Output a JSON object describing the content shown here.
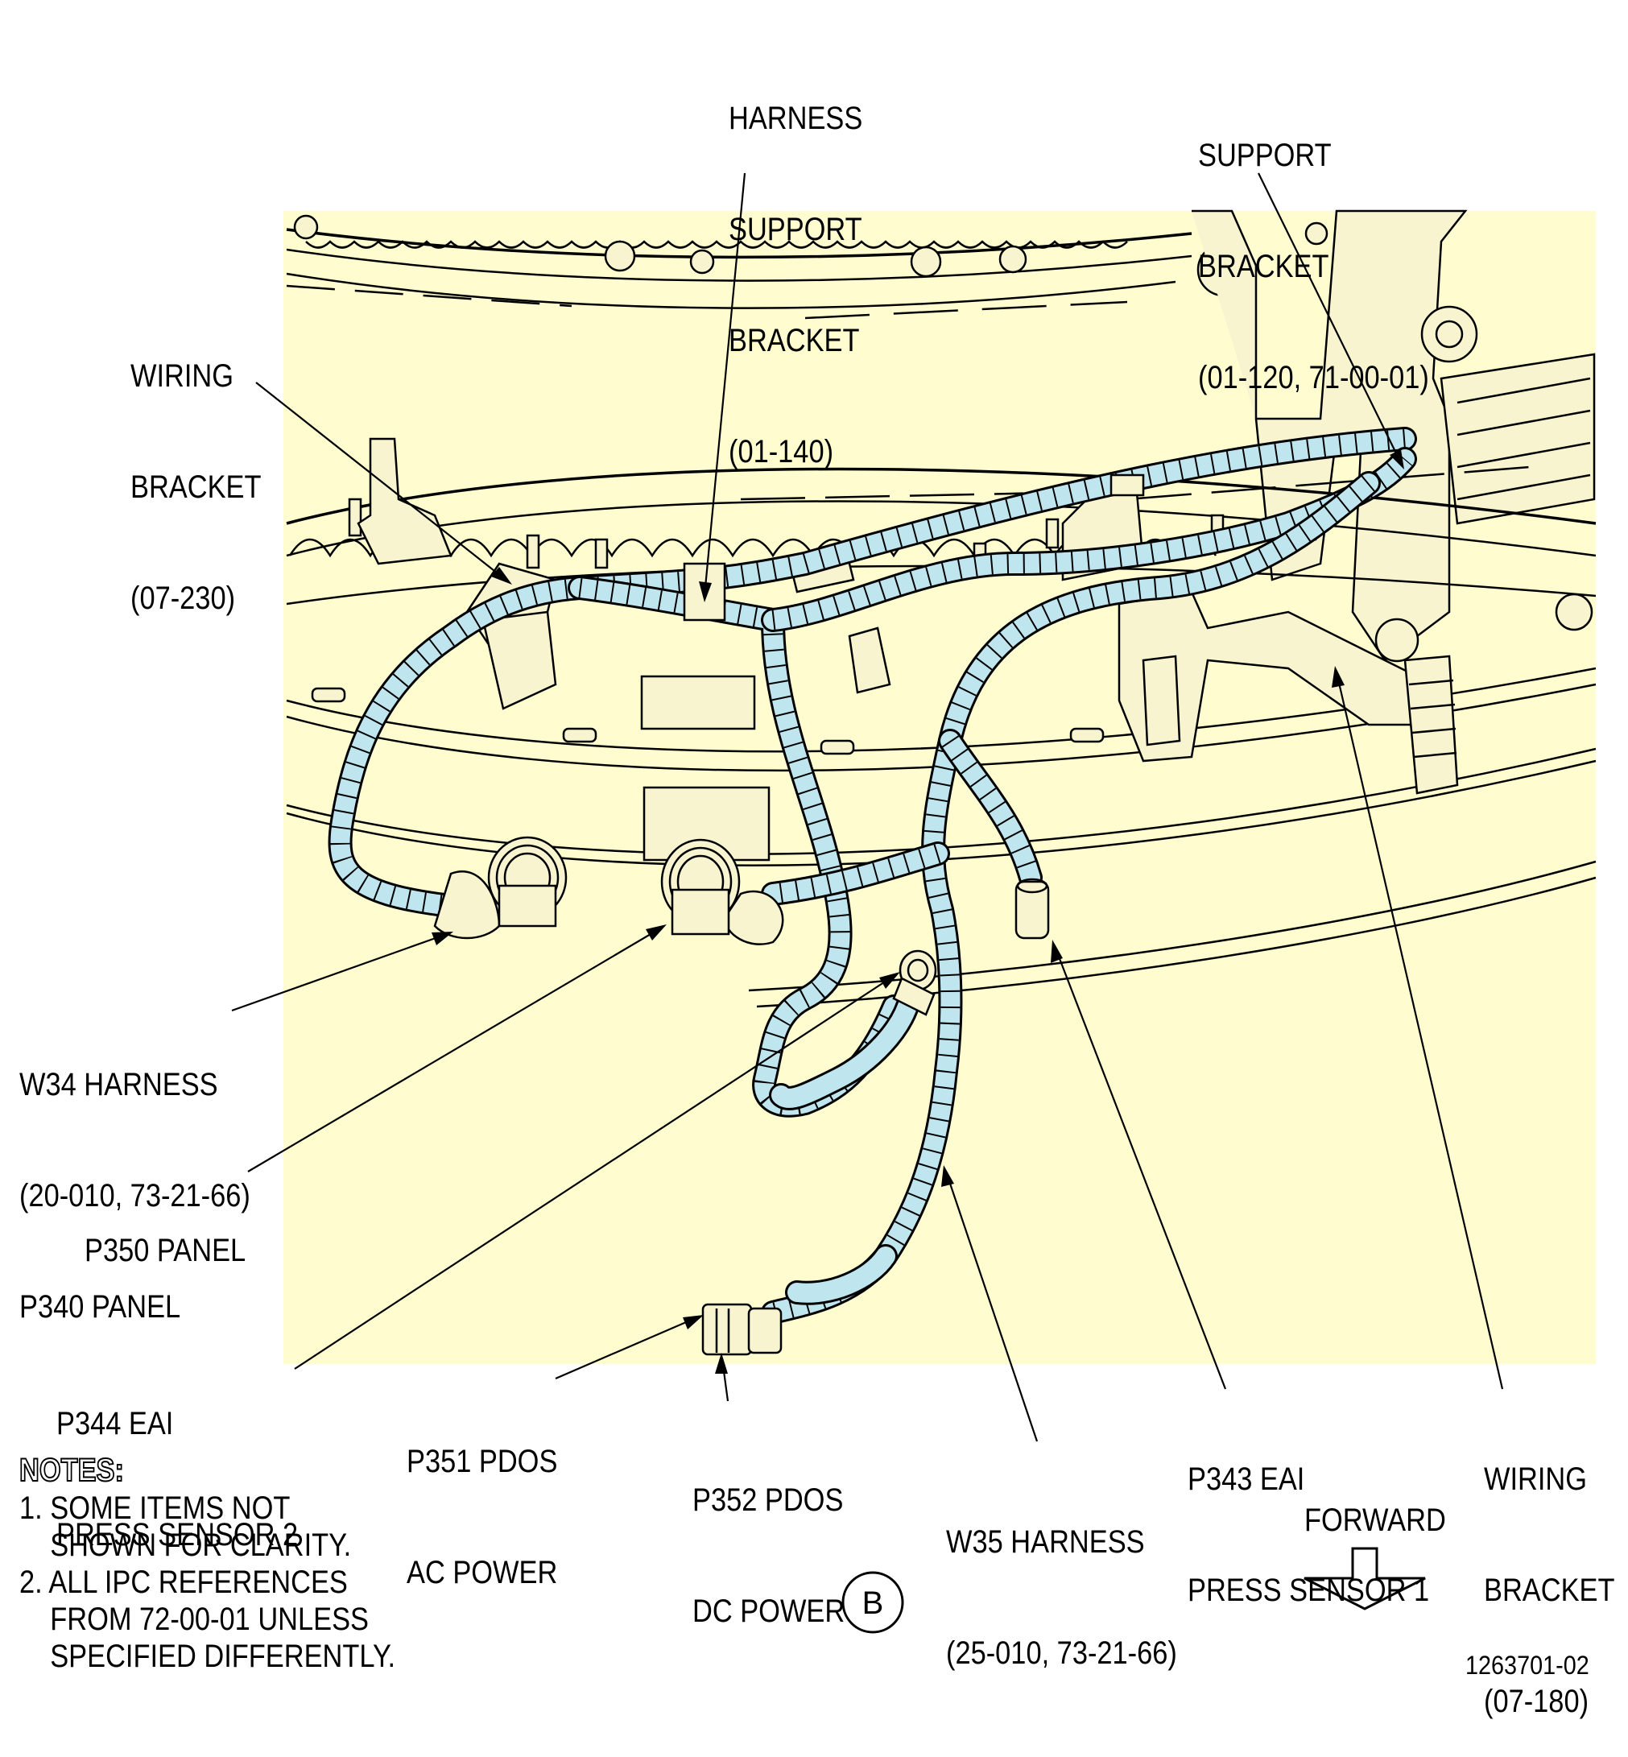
{
  "colors": {
    "background": "#fffdcf",
    "harness": "#bfe6ef",
    "line": "#000000"
  },
  "callouts": {
    "harness_support_bracket": {
      "lines": [
        "HARNESS",
        "SUPPORT",
        "BRACKET",
        "(01-140)"
      ]
    },
    "support_bracket": {
      "lines": [
        "SUPPORT",
        "BRACKET",
        "(01-120, 71-00-01)"
      ]
    },
    "wiring_bracket_230": {
      "lines": [
        "WIRING",
        "BRACKET",
        "(07-230)"
      ]
    },
    "w34_harness": {
      "lines": [
        "W34 HARNESS",
        "(20-010, 73-21-66)",
        "P340 PANEL"
      ]
    },
    "p350_panel": {
      "lines": [
        "P350 PANEL"
      ]
    },
    "p344": {
      "lines": [
        "P344 EAI",
        "PRESS SENSOR 2"
      ]
    },
    "p351": {
      "lines": [
        "P351 PDOS",
        "AC POWER"
      ]
    },
    "p352": {
      "lines": [
        "P352 PDOS",
        "DC POWER"
      ]
    },
    "w35_harness": {
      "lines": [
        "W35 HARNESS",
        "(25-010, 73-21-66)"
      ]
    },
    "p343": {
      "lines": [
        "P343 EAI",
        "PRESS SENSOR 1"
      ]
    },
    "wiring_bracket_180": {
      "lines": [
        "WIRING",
        "BRACKET",
        "(07-180)"
      ]
    },
    "forward": {
      "label": "FORWARD"
    }
  },
  "notes": {
    "title": "NOTES:",
    "items": [
      [
        "1. SOME ITEMS NOT",
        "    SHOWN FOR CLARITY."
      ],
      [
        "2. ALL IPC REFERENCES",
        "    FROM 72-00-01 UNLESS",
        "    SPECIFIED DIFFERENTLY."
      ]
    ]
  },
  "view_label": "B",
  "figure_number": "1263701-02"
}
